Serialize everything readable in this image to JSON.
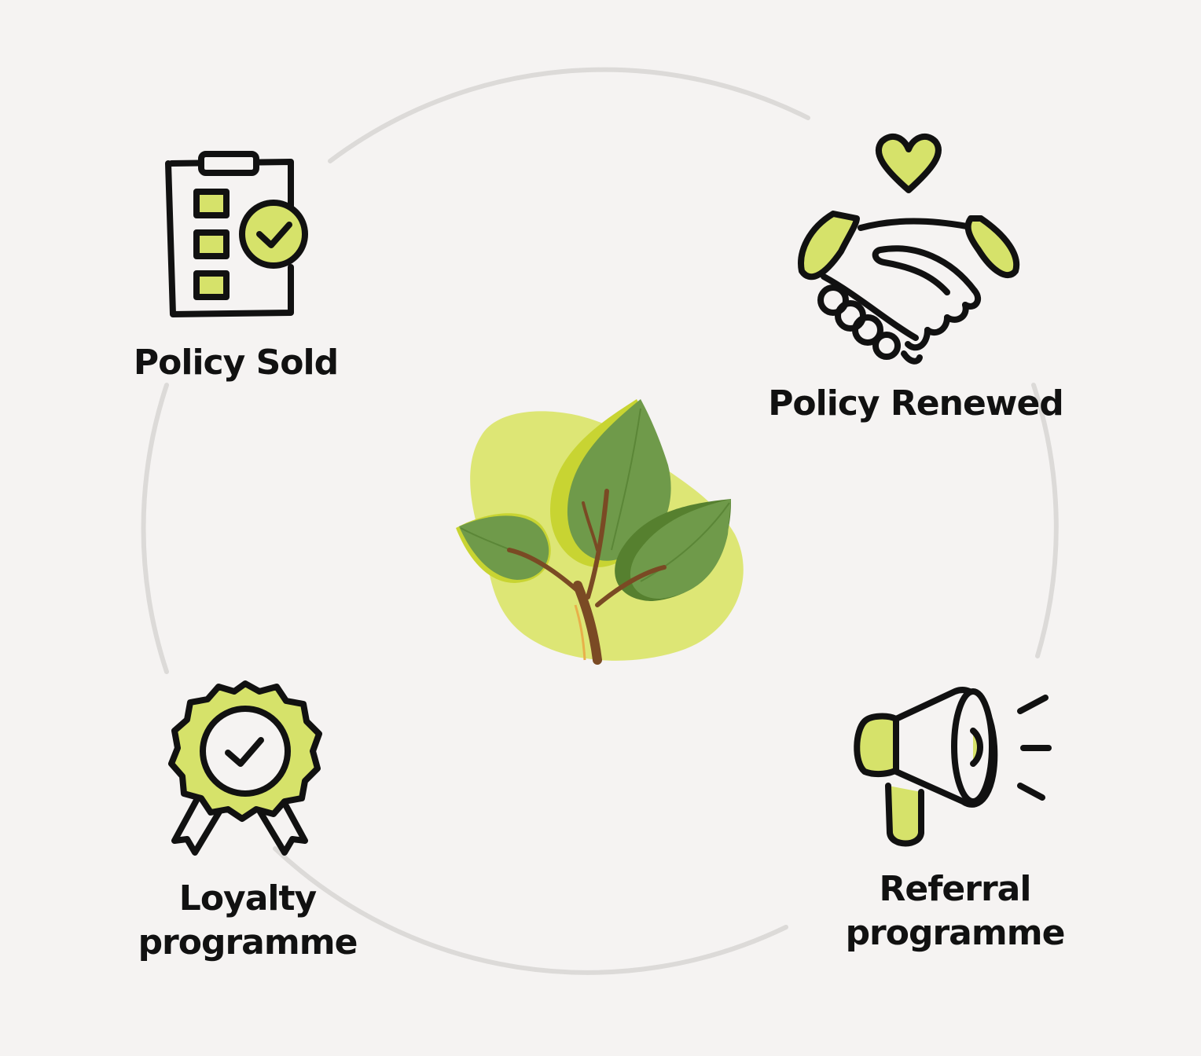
{
  "diagram": {
    "center": {
      "icon": "sapling-icon"
    },
    "nodes": [
      {
        "id": "sold",
        "icon": "clipboard-check-icon",
        "lines": [
          "Policy Sold"
        ]
      },
      {
        "id": "renewed",
        "icon": "handshake-heart-icon",
        "lines": [
          "Policy Renewed"
        ]
      },
      {
        "id": "loyalty",
        "icon": "award-badge-icon",
        "lines": [
          "Loyalty",
          "programme"
        ]
      },
      {
        "id": "referral",
        "icon": "megaphone-icon",
        "lines": [
          "Referral",
          "programme"
        ]
      }
    ]
  },
  "colors": {
    "background": "#f5f3f2",
    "ring": "#dcdad8",
    "accent": "#d6e26a",
    "blob": "#dde675",
    "leaf": "#6f9a4a",
    "leaf_dark": "#56802f",
    "stem": "#7a4a24",
    "ink": "#111111"
  }
}
